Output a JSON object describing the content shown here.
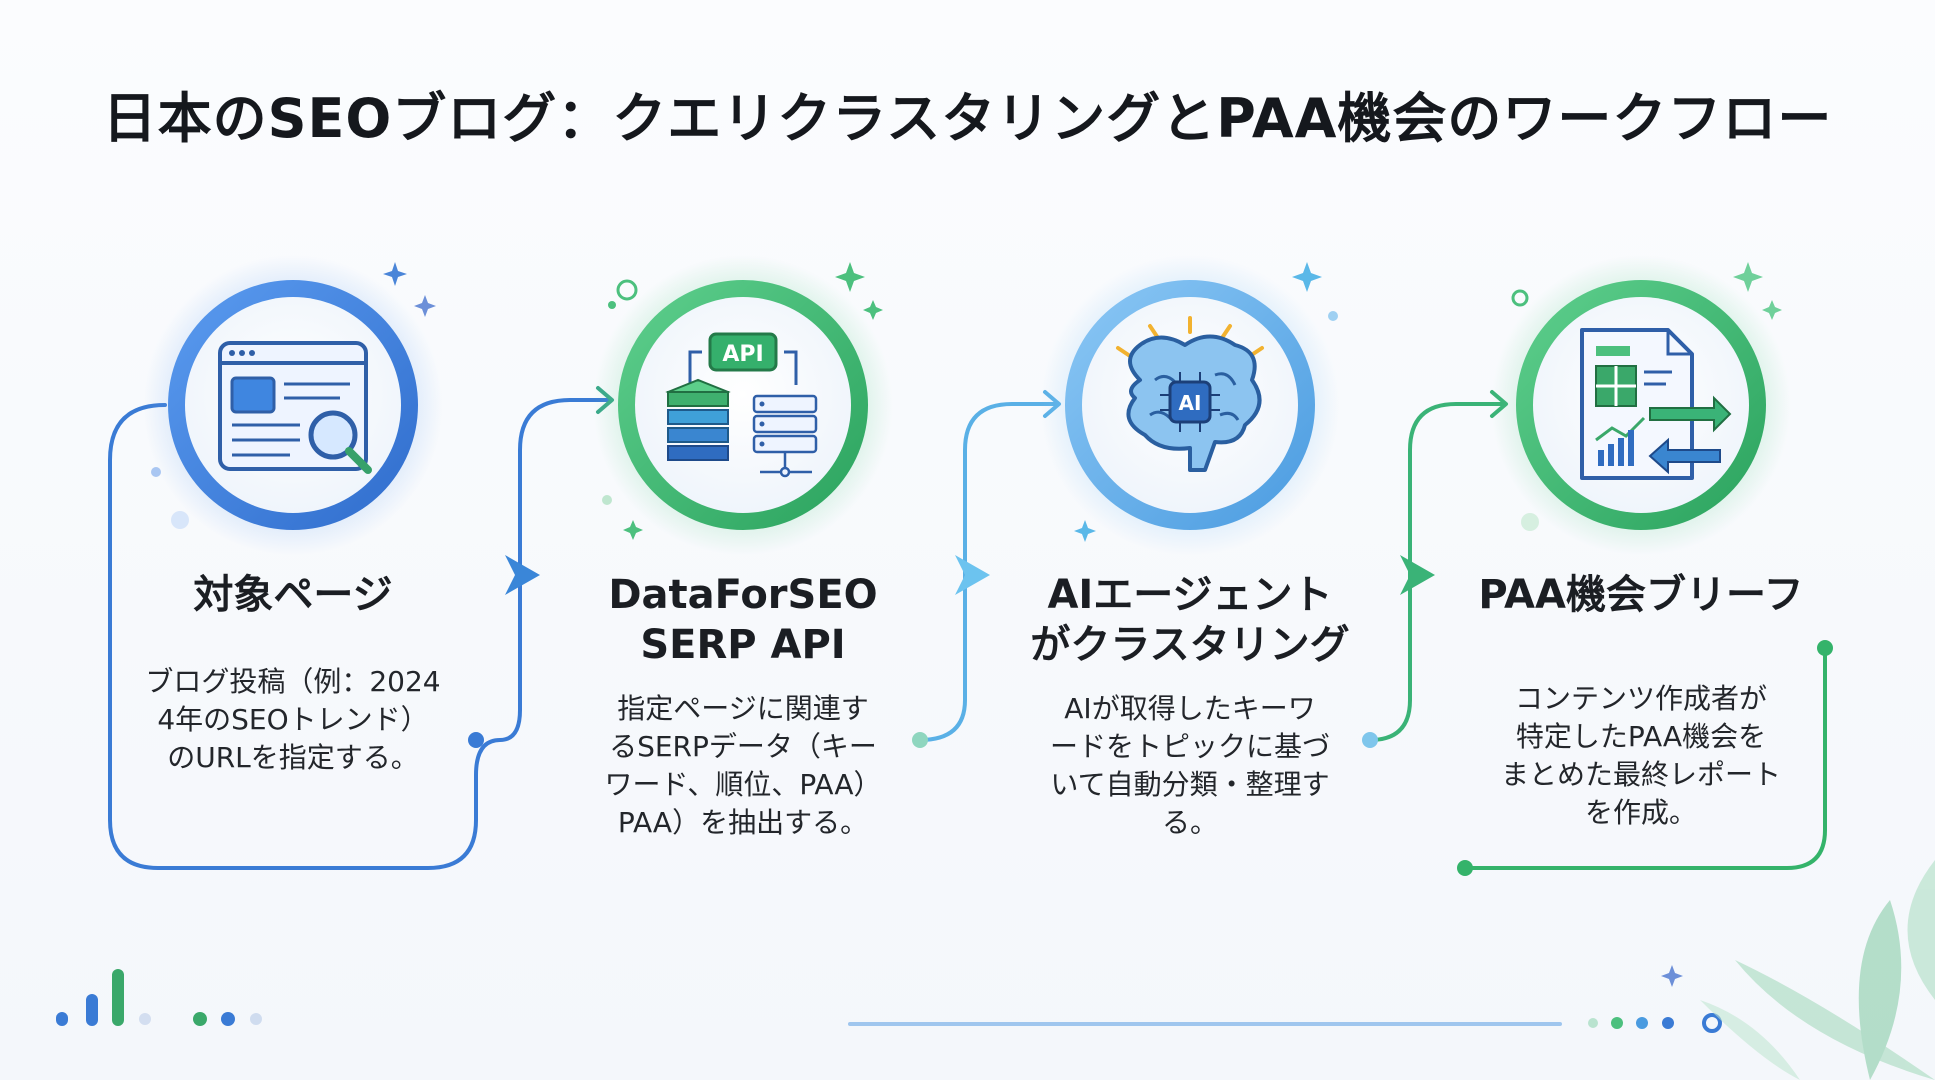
{
  "title": "日本のSEOブログ：クエリクラスタリングとPAA機会のワークフロー",
  "steps": [
    {
      "title_line1": "対象ページ",
      "title_line2": "",
      "desc": [
        "ブログ投稿（例：2024",
        "4年のSEOトレンド）",
        "のURLを指定する。"
      ],
      "icon": "webpage-search-icon",
      "color": "#3a7bd5"
    },
    {
      "title_line1": "DataForSEO",
      "title_line2": "SERP API",
      "desc": [
        "指定ページに関連す",
        "るSERPデータ（キー",
        "ワード、順位、PAA）",
        "PAA）を抽出する。"
      ],
      "icon": "api-database-icon",
      "color": "#34b36a"
    },
    {
      "title_line1": "AIエージェント",
      "title_line2": "がクラスタリング",
      "desc": [
        "AIが取得したキーワ",
        "ードをトピックに基づ",
        "いて自動分類・整理す",
        "る。"
      ],
      "icon": "ai-brain-icon",
      "color": "#4aa3e6"
    },
    {
      "title_line1": "PAA機会ブリーフ",
      "title_line2": "",
      "desc": [
        "コンテンツ作成者が",
        "特定したPAA機会を",
        "まとめた最終レポート",
        "を作成。"
      ],
      "icon": "report-document-icon",
      "color": "#34b36a"
    }
  ],
  "api_badge": "API",
  "ai_chip": "AI"
}
